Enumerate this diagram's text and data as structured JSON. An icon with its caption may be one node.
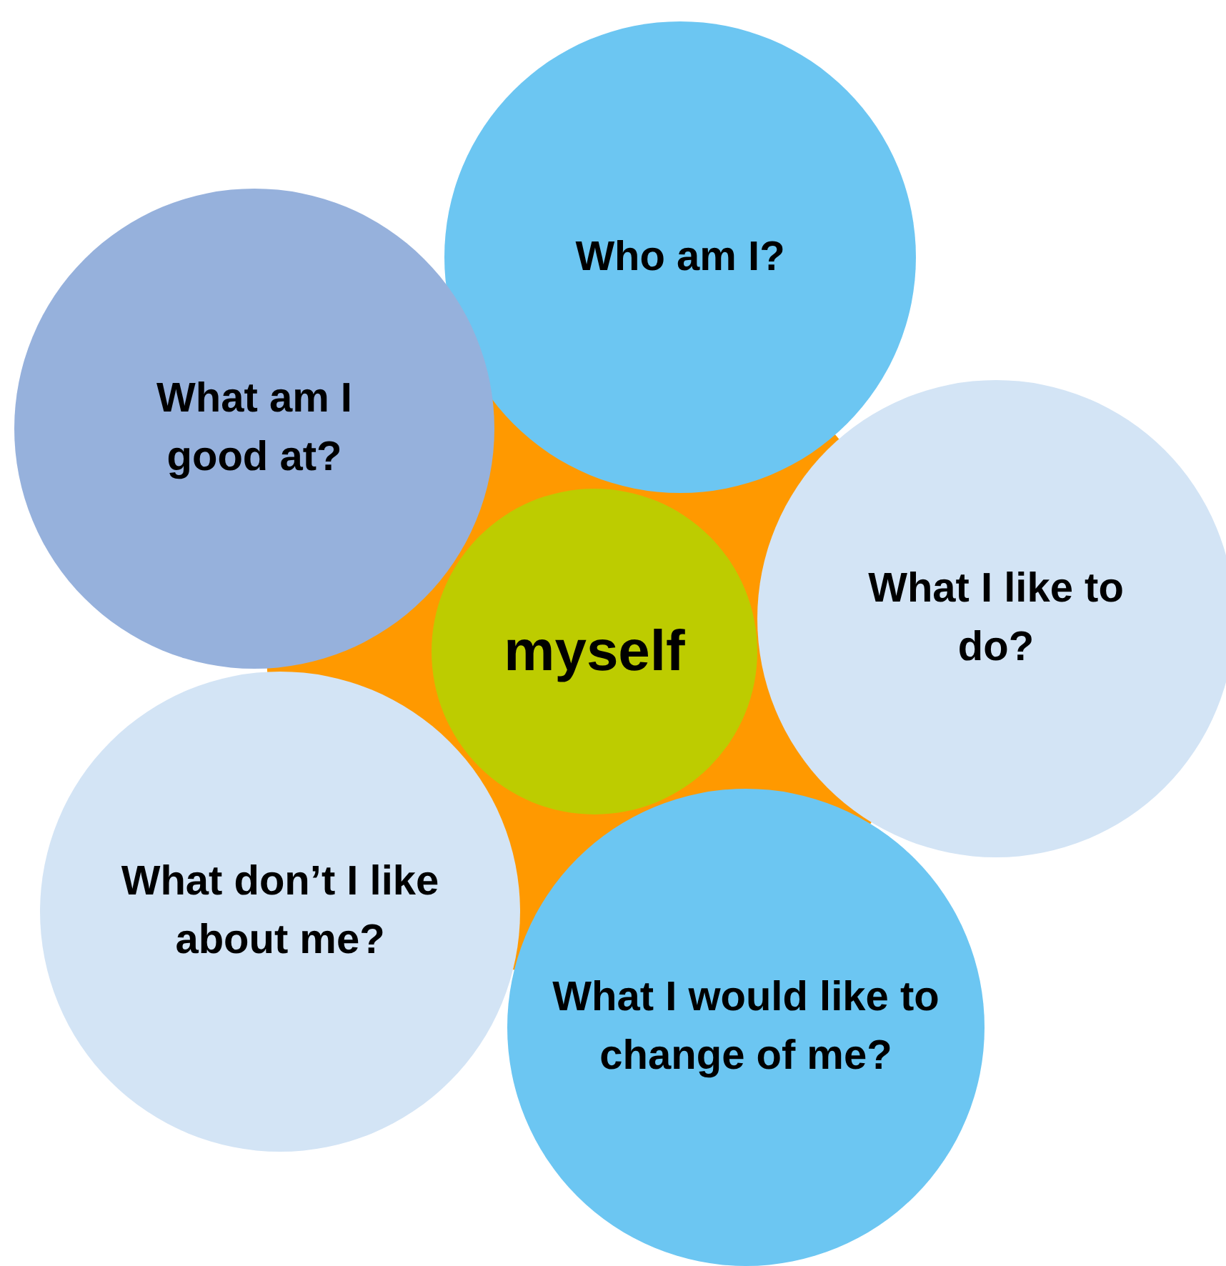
{
  "diagram": {
    "nodes": [
      {
        "text": [
          "Who am I?"
        ]
      },
      {
        "text": [
          "What am I good at?"
        ]
      },
      {
        "text": [
          "What I like to do?"
        ]
      },
      {
        "text": [
          "myself"
        ]
      },
      {
        "text": [
          "What don’t I like about me?"
        ]
      },
      {
        "text": [
          "What I would like to change of me?"
        ]
      }
    ]
  }
}
